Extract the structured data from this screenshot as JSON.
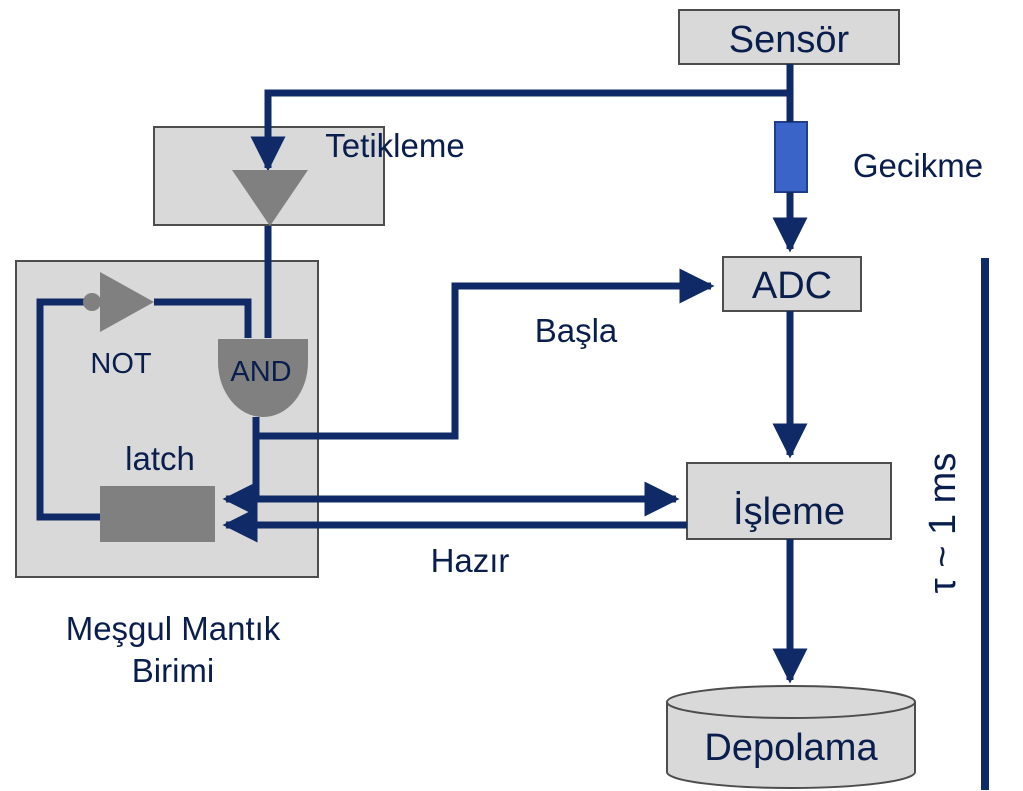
{
  "colors": {
    "wire": "#0f2a66",
    "box_fill": "#d9d9d9",
    "box_stroke": "#4d4d4d",
    "gate_fill": "#808080",
    "delay_fill": "#3a64c8",
    "text": "#0a1e4e"
  },
  "nodes": {
    "sensor": "Sensör",
    "adc": "ADC",
    "processing": "İşleme",
    "storage": "Depolama",
    "trigger": "Tetikleme",
    "busy_logic_line1": "Meşgul Mantık",
    "busy_logic_line2": "Birimi",
    "not_gate": "NOT",
    "and_gate": "AND",
    "latch": "latch"
  },
  "edge_labels": {
    "delay": "Gecikme",
    "start": "Başla",
    "ready": "Hazır"
  },
  "timing": {
    "label": "τ ~ 1 ms"
  }
}
